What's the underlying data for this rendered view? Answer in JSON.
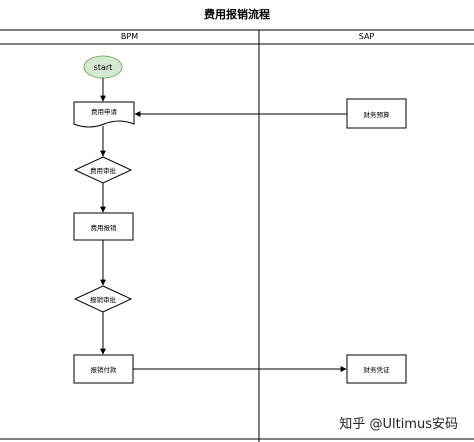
{
  "title": "费用报销流程",
  "lanes": [
    {
      "name": "BPM"
    },
    {
      "name": "SAP"
    }
  ],
  "nodes": {
    "start": "start",
    "expense_application": "费用申请",
    "expense_approval": "费用审批",
    "expense_reimbursement": "费用报销",
    "reimbursement_approval": "报销审批",
    "reimbursement_payment": "报销付款",
    "financial_budget": "财务预算",
    "financial_voucher": "财务凭证"
  },
  "watermark": "知乎 @Ultimus安码"
}
